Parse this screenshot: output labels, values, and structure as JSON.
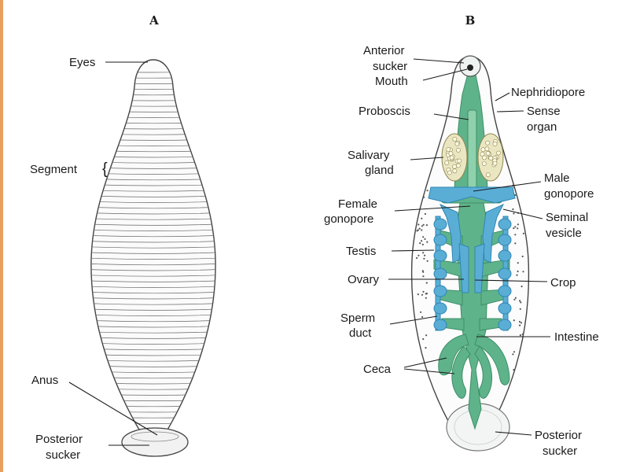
{
  "panels": {
    "a": "A",
    "b": "B"
  },
  "labels_a": {
    "eyes": "Eyes",
    "segment": "Segment",
    "segment_brace": "{",
    "anus": "Anus",
    "posterior_sucker_1": "Posterior",
    "posterior_sucker_2": "sucker"
  },
  "labels_b": {
    "anterior_sucker_1": "Anterior",
    "anterior_sucker_2": "sucker",
    "mouth": "Mouth",
    "nephridiopore": "Nephridiopore",
    "sense_organ_1": "Sense",
    "sense_organ_2": "organ",
    "proboscis": "Proboscis",
    "salivary_gland_1": "Salivary",
    "salivary_gland_2": "gland",
    "male_gonopore_1": "Male",
    "male_gonopore_2": "gonopore",
    "female_gonopore_1": "Female",
    "female_gonopore_2": "gonopore",
    "seminal_vesicle_1": "Seminal",
    "seminal_vesicle_2": "vesicle",
    "testis": "Testis",
    "ovary": "Ovary",
    "crop": "Crop",
    "sperm_duct_1": "Sperm",
    "sperm_duct_2": "duct",
    "intestine": "Intestine",
    "ceca": "Ceca",
    "posterior_sucker_1": "Posterior",
    "posterior_sucker_2": "sucker"
  },
  "colors": {
    "gut": "#5fb38a",
    "gut_dark": "#3d8f67",
    "reproductive": "#5aaed6",
    "reproductive_dark": "#2f86b3",
    "outline": "#444444",
    "gland": "#c9c08a",
    "left_edge_strip": "#e8a060"
  }
}
